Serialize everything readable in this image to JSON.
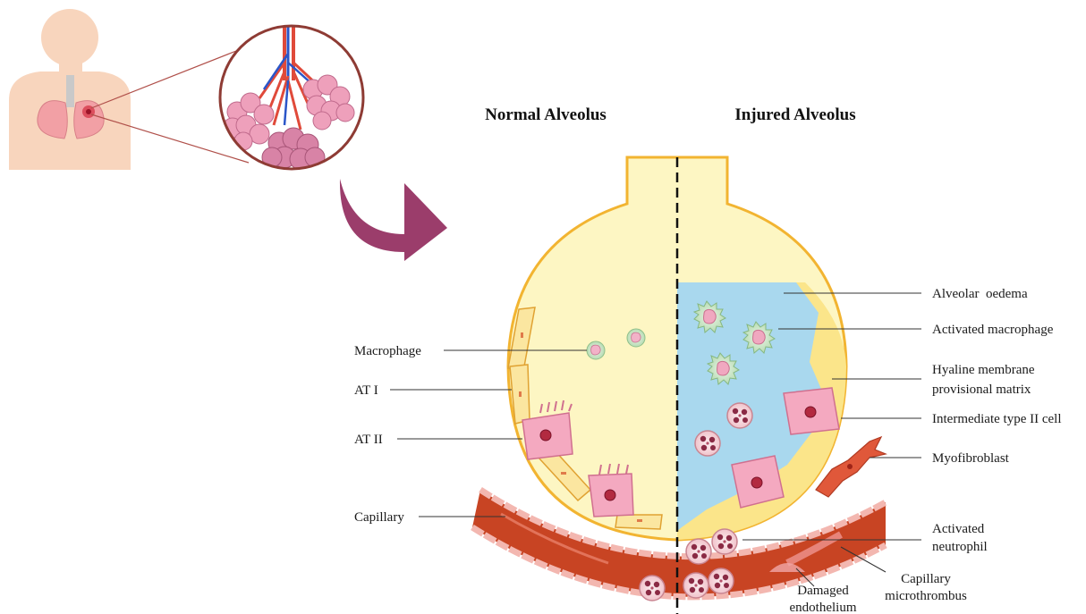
{
  "headings": {
    "normal": "Normal Alveolus",
    "injured": "Injured Alveolus"
  },
  "labels_left": {
    "macrophage": "Macrophage",
    "at1": "AT I",
    "at2": "AT II",
    "capillary": "Capillary"
  },
  "labels_right": {
    "oedema": "Alveolar  oedema",
    "activated_macrophage": "Activated macrophage",
    "hyaline_1": "Hyaline membrane",
    "hyaline_2": "provisional matrix",
    "intermediate": "Intermediate type II cell",
    "myofibroblast": "Myofibroblast",
    "neutrophil_1": "Activated",
    "neutrophil_2": "neutrophil"
  },
  "labels_bottom": {
    "damaged_1": "Damaged",
    "damaged_2": "endothelium",
    "thrombus_1": "Capillary",
    "thrombus_2": "microthrombus"
  },
  "colors": {
    "alveolus_fill": "#fdf6c3",
    "alveolus_border": "#f2b431",
    "oedema": "#a9d8ee",
    "hyaline": "#fbe58a",
    "capillary": "#c84423",
    "endothelium": "#f3b7b0",
    "arrow": "#9b3d6b",
    "lung": "#f1a6a8",
    "body": "#f9d8c0"
  }
}
